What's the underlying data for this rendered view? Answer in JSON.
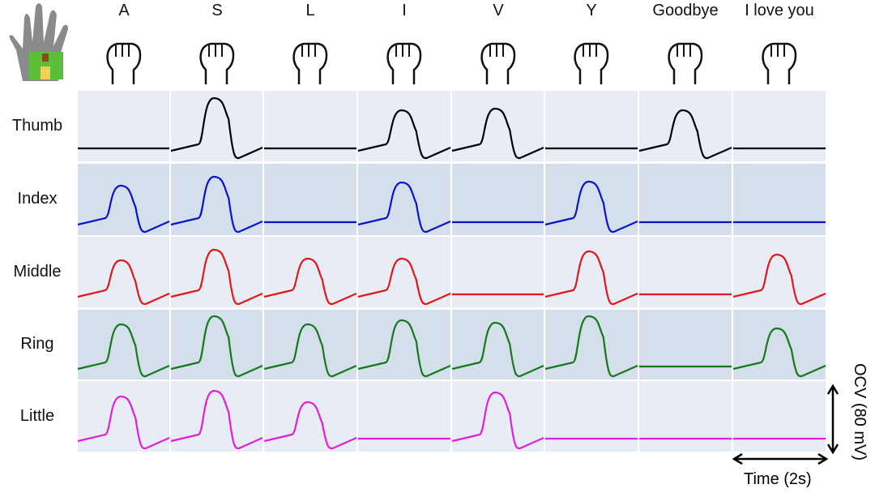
{
  "gestures": [
    "A",
    "S",
    "L",
    "I",
    "V",
    "Y",
    "Goodbye",
    "I love you"
  ],
  "fingers": [
    "Thumb",
    "Index",
    "Middle",
    "Ring",
    "Little"
  ],
  "scale": {
    "voltage_label": "OCV (80 mV)",
    "time_label": "Time (2s)"
  },
  "chart_data": {
    "type": "line",
    "title": "",
    "xlabel": "Time (2s)",
    "ylabel": "OCV (80 mV)",
    "categories": [
      "A",
      "S",
      "L",
      "I",
      "V",
      "Y",
      "Goodbye",
      "I love you"
    ],
    "series": [
      {
        "name": "Thumb",
        "color": "#000000",
        "background": "#e8ecf5",
        "peak_mV": [
          0,
          65,
          0,
          50,
          52,
          0,
          50,
          0
        ]
      },
      {
        "name": "Index",
        "color": "#0a14c8",
        "background": "#d5deeb",
        "peak_mV": [
          48,
          59,
          0,
          52,
          0,
          53,
          0,
          0
        ]
      },
      {
        "name": "Middle",
        "color": "#e01818",
        "background": "#e8ecf5",
        "peak_mV": [
          45,
          58,
          47,
          47,
          0,
          56,
          0,
          52
        ]
      },
      {
        "name": "Ring",
        "color": "#137a1a",
        "background": "#d5deeb",
        "peak_mV": [
          55,
          65,
          55,
          60,
          57,
          65,
          0,
          50
        ]
      },
      {
        "name": "Little",
        "color": "#e020d8",
        "background": "#e8ecf5",
        "peak_mV": [
          55,
          62,
          48,
          0,
          60,
          0,
          0,
          0
        ]
      }
    ]
  }
}
